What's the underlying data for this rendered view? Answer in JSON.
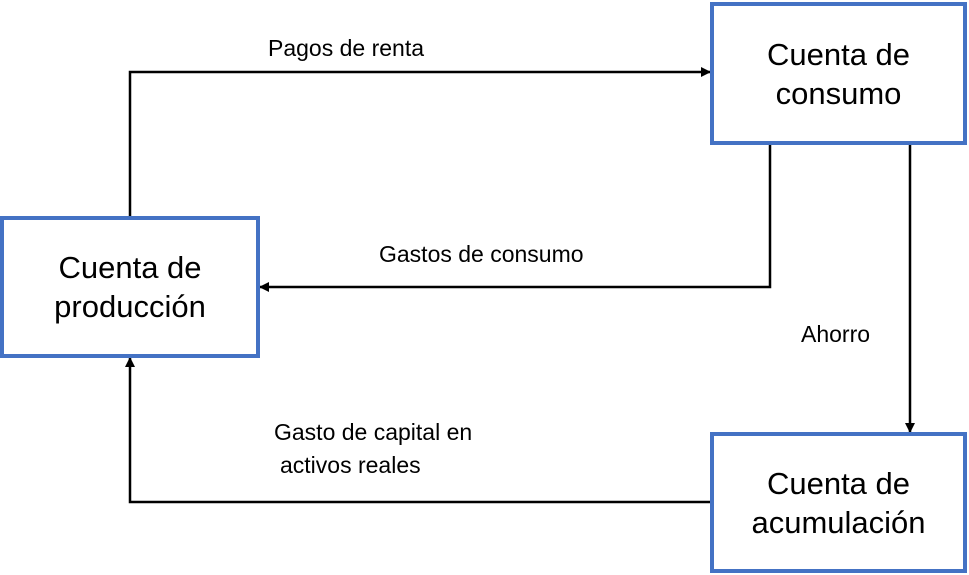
{
  "nodes": {
    "produccion": {
      "line1": "Cuenta de",
      "line2": "producción"
    },
    "consumo": {
      "line1": "Cuenta de",
      "line2": "consumo"
    },
    "acumulacion": {
      "line1": "Cuenta de",
      "line2": "acumulación"
    }
  },
  "edges": {
    "pagos_renta": "Pagos de renta",
    "gastos_consumo": "Gastos de consumo",
    "ahorro": "Ahorro",
    "gasto_capital_line1": "Gasto de capital en",
    "gasto_capital_line2": "activos reales"
  },
  "colors": {
    "box_border": "#4472C4",
    "arrow": "#000000"
  }
}
